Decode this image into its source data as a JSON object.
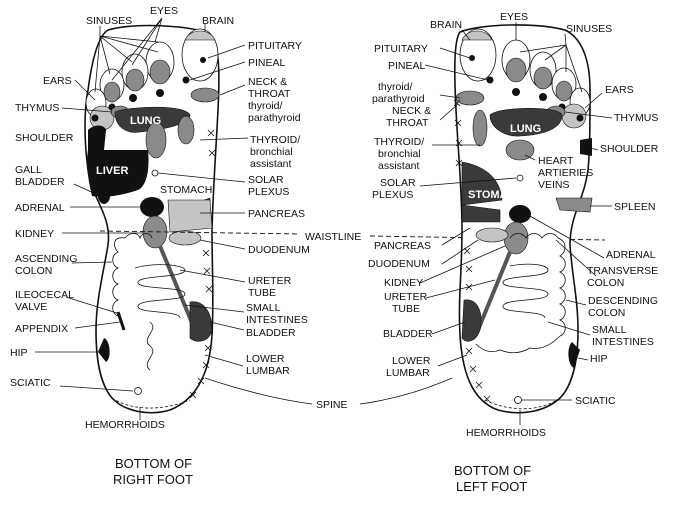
{
  "right_foot": {
    "caption_line1": "BOTTOM OF",
    "caption_line2": "RIGHT FOOT",
    "labels": {
      "sinuses": "SINUSES",
      "eyes": "EYES",
      "brain": "BRAIN",
      "pituitary": "PITUITARY",
      "pineal": "PINEAL",
      "neck_throat_1": "NECK &",
      "neck_throat_2": "THROAT",
      "thyroid_parathyroid_1": "thyroid/",
      "thyroid_parathyroid_2": "parathyroid",
      "ears": "EARS",
      "thymus": "THYMUS",
      "lung": "LUNG",
      "shoulder": "SHOULDER",
      "thyroid_bronchial_1": "THYROID/",
      "thyroid_bronchial_2": "bronchial",
      "thyroid_bronchial_3": "assistant",
      "gall_bladder_1": "GALL",
      "gall_bladder_2": "BLADDER",
      "liver": "LIVER",
      "stomach": "STOMACH",
      "solar_plexus_1": "SOLAR",
      "solar_plexus_2": "PLEXUS",
      "adrenal": "ADRENAL",
      "pancreas": "PANCREAS",
      "kidney": "KIDNEY",
      "duodenum": "DUODENUM",
      "ascending_colon_1": "ASCENDING",
      "ascending_colon_2": "COLON",
      "ureter_tube_1": "URETER",
      "ureter_tube_2": "TUBE",
      "ileocecal_valve_1": "ILEOCECAL",
      "ileocecal_valve_2": "VALVE",
      "small_intestines_1": "SMALL",
      "small_intestines_2": "INTESTINES",
      "appendix": "APPENDIX",
      "bladder": "BLADDER",
      "hip": "HIP",
      "lower_lumbar_1": "LOWER",
      "lower_lumbar_2": "LUMBAR",
      "sciatic": "SCIATIC",
      "hemorrhoids": "HEMORRHOIDS"
    }
  },
  "center": {
    "waistline": "WAISTLINE",
    "spine": "SPINE"
  },
  "left_foot": {
    "caption_line1": "BOTTOM OF",
    "caption_line2": "LEFT FOOT",
    "labels": {
      "brain": "BRAIN",
      "eyes": "EYES",
      "sinuses": "SINUSES",
      "pituitary": "PITUITARY",
      "pineal": "PINEAL",
      "thyroid_parathyroid_1": "thyroid/",
      "thyroid_parathyroid_2": "parathyroid",
      "neck_throat_1": "NECK &",
      "neck_throat_2": "THROAT",
      "ears": "EARS",
      "thymus": "THYMUS",
      "lung": "LUNG",
      "thyroid_bronchial_1": "THYROID/",
      "thyroid_bronchial_2": "bronchial",
      "thyroid_bronchial_3": "assistant",
      "shoulder": "SHOULDER",
      "heart_1": "HEART",
      "heart_2": "ARTIERIES",
      "heart_3": "VEINS",
      "solar_plexus_1": "SOLAR",
      "solar_plexus_2": "PLEXUS",
      "stomach": "STOMACH",
      "spleen": "SPLEEN",
      "pancreas": "PANCREAS",
      "adrenal": "ADRENAL",
      "duodenum": "DUODENUM",
      "transverse_colon_1": "TRANSVERSE",
      "transverse_colon_2": "COLON",
      "kidney": "KIDNEY",
      "ureter_tube_1": "URETER",
      "ureter_tube_2": "TUBE",
      "descending_colon_1": "DESCENDING",
      "descending_colon_2": "COLON",
      "small_intestines_1": "SMALL",
      "small_intestines_2": "INTESTINES",
      "bladder": "BLADDER",
      "hip": "HIP",
      "lower_lumbar_1": "LOWER",
      "lower_lumbar_2": "LUMBAR",
      "sciatic": "SCIATIC",
      "hemorrhoids": "HEMORRHOIDS"
    }
  }
}
